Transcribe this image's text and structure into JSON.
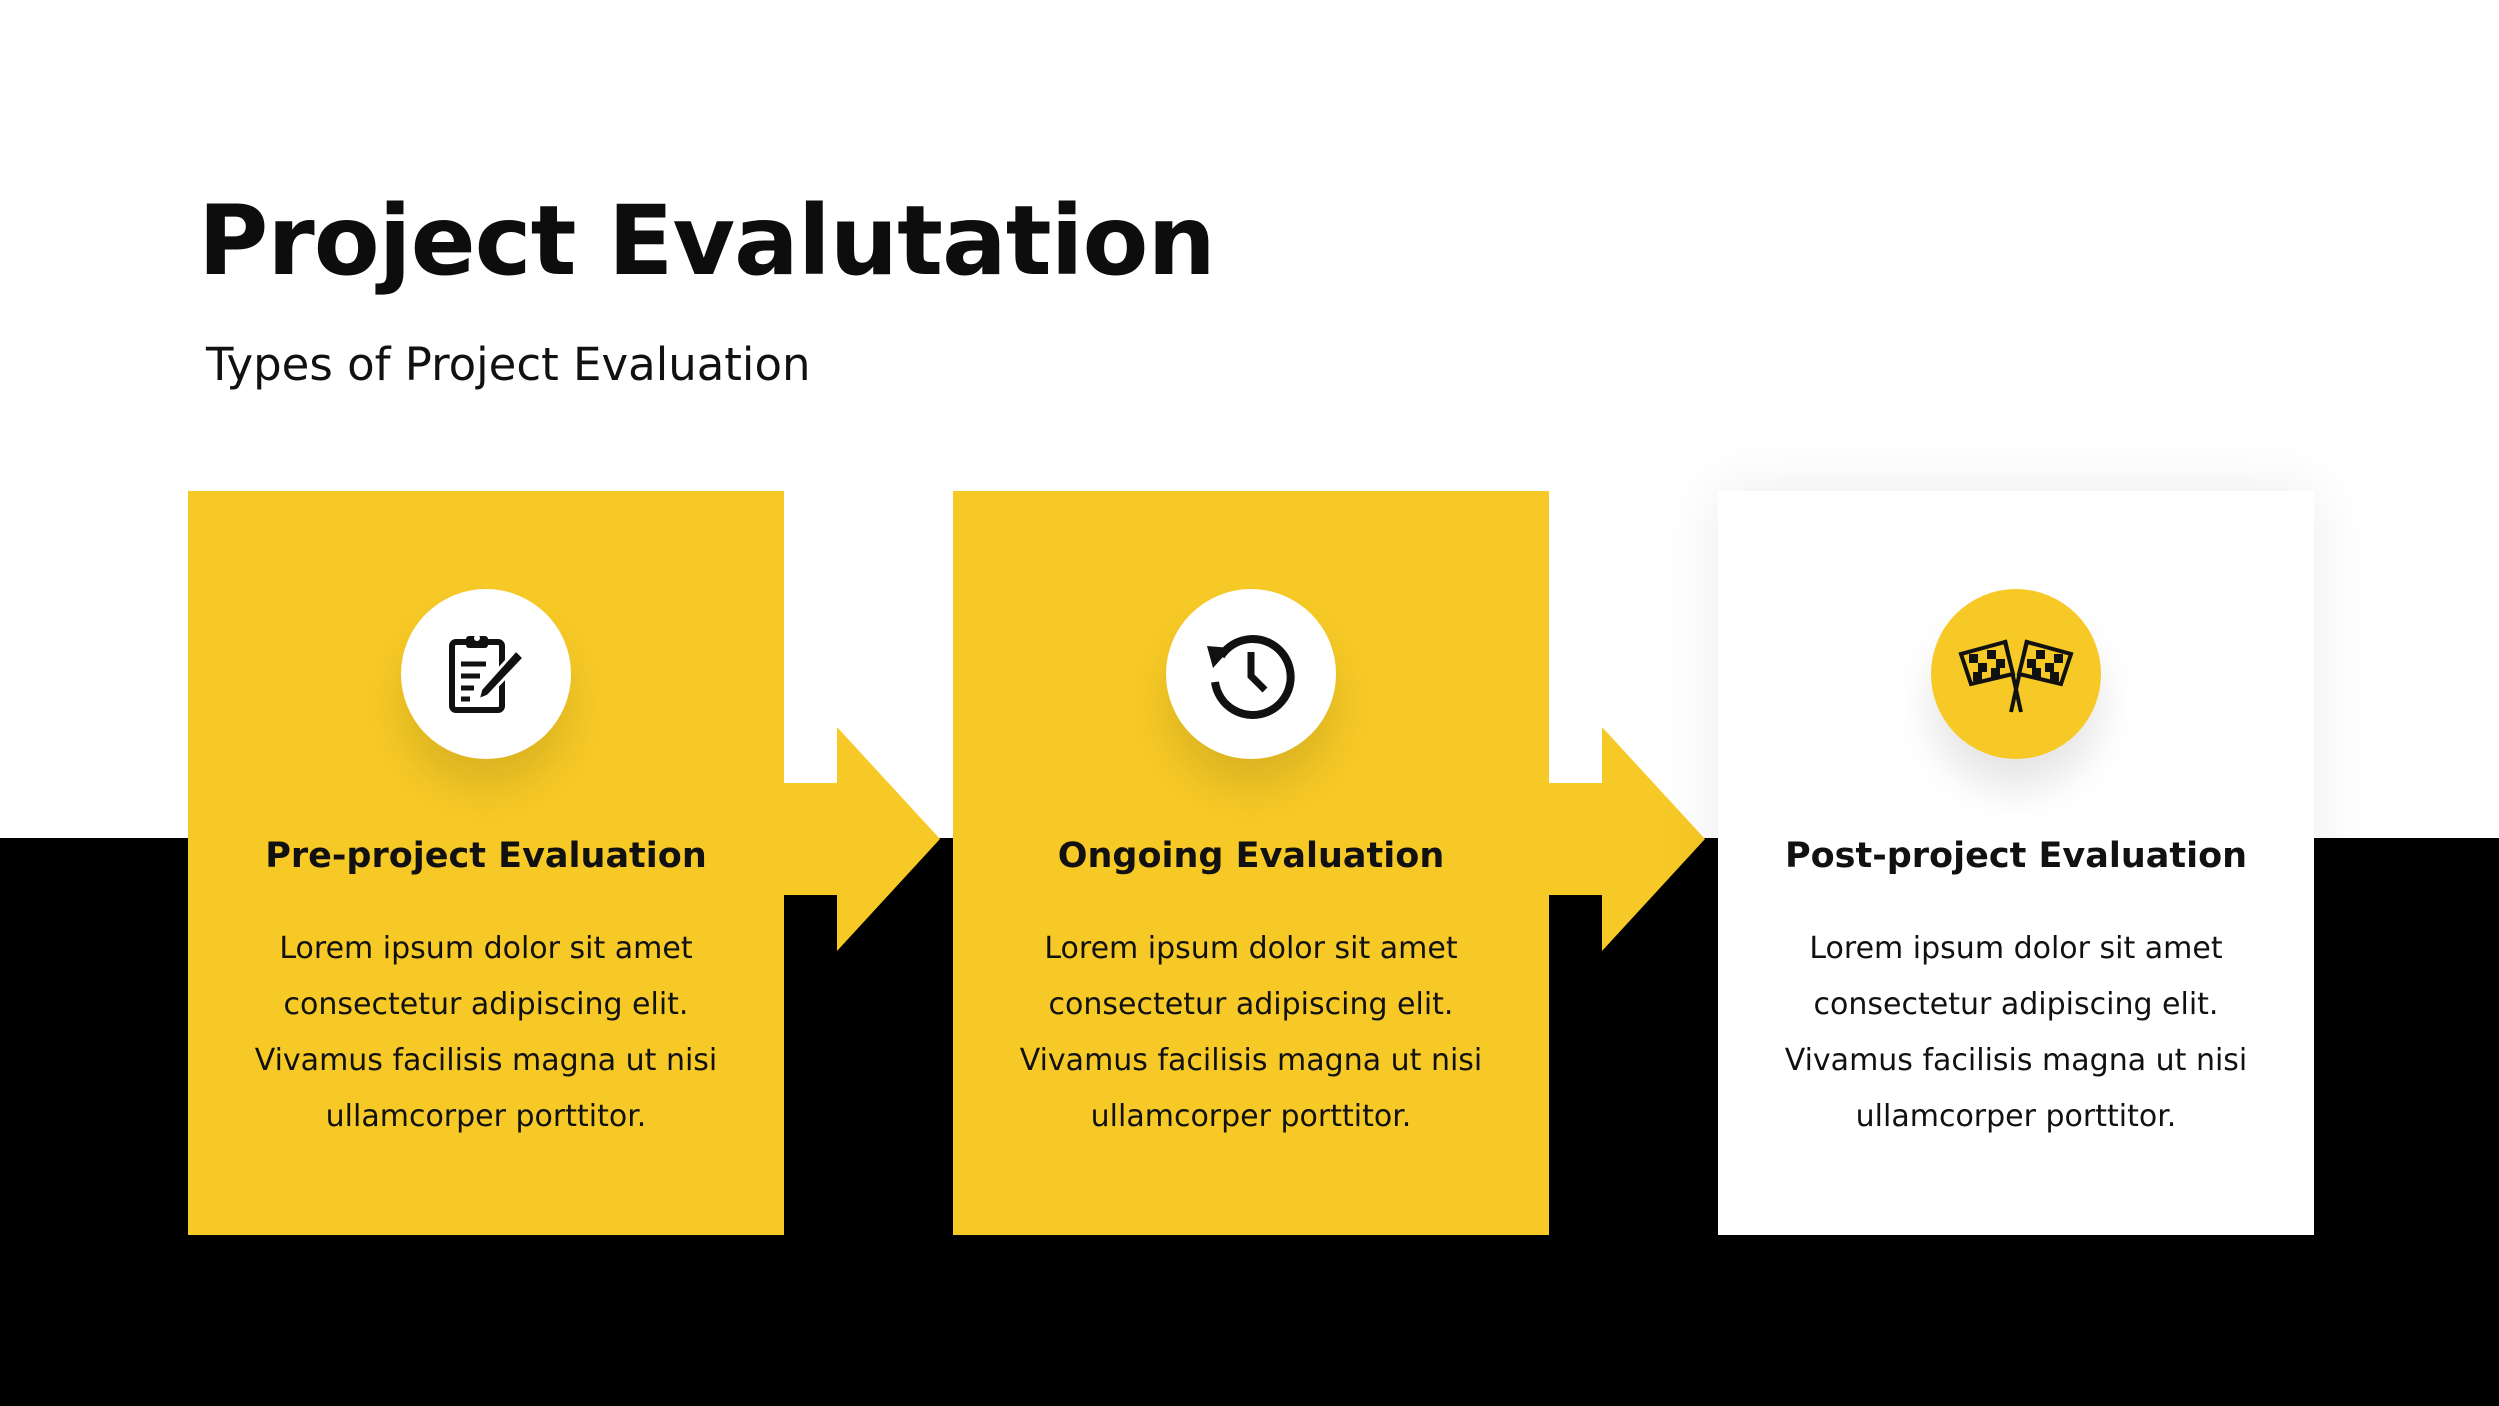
{
  "title": "Project Evalutation",
  "subtitle": "Types of Project Evaluation",
  "colors": {
    "accent": "#F6C926",
    "dark": "#000000"
  },
  "steps": [
    {
      "icon": "clipboard-edit-icon",
      "heading": "Pre-project Evaluation",
      "body": "Lorem ipsum dolor sit amet consectetur adipiscing elit. Vivamus facilisis magna ut nisi ullamcorper porttitor."
    },
    {
      "icon": "history-clock-icon",
      "heading": "Ongoing Evaluation",
      "body": "Lorem ipsum dolor sit amet consectetur adipiscing elit. Vivamus facilisis magna ut nisi ullamcorper porttitor."
    },
    {
      "icon": "checkered-flags-icon",
      "heading": "Post-project Evaluation",
      "body": "Lorem ipsum dolor sit amet consectetur adipiscing elit. Vivamus facilisis magna ut nisi ullamcorper porttitor."
    }
  ]
}
